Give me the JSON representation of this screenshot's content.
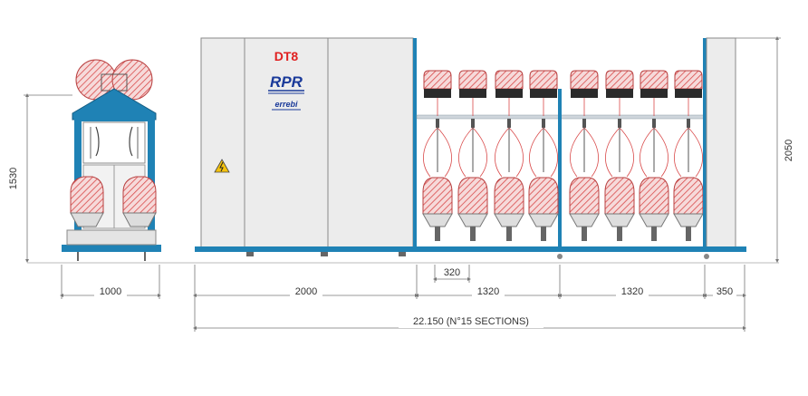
{
  "branding": {
    "model": "DT8",
    "logo_primary": "RPR",
    "logo_secondary": "errebi"
  },
  "dimensions": {
    "side_height": "1530",
    "front_height": "2050",
    "side_width": "1000",
    "head_width": "2000",
    "spindle_pitch": "320",
    "section_width_a": "1320",
    "section_width_b": "1320",
    "end_width": "350",
    "total_length": "22.150 (N°15 SECTIONS)"
  },
  "colors": {
    "frame_blue": "#1f82b5",
    "panel_gray": "#e8e8e8",
    "outline": "#7a7a7a",
    "bobbin_red": "#d94a4a",
    "brand_red": "#e02020",
    "brand_blue": "#1a3a9a",
    "dim_line": "#777777"
  },
  "icons": {
    "warning": "electrical-hazard-icon"
  }
}
